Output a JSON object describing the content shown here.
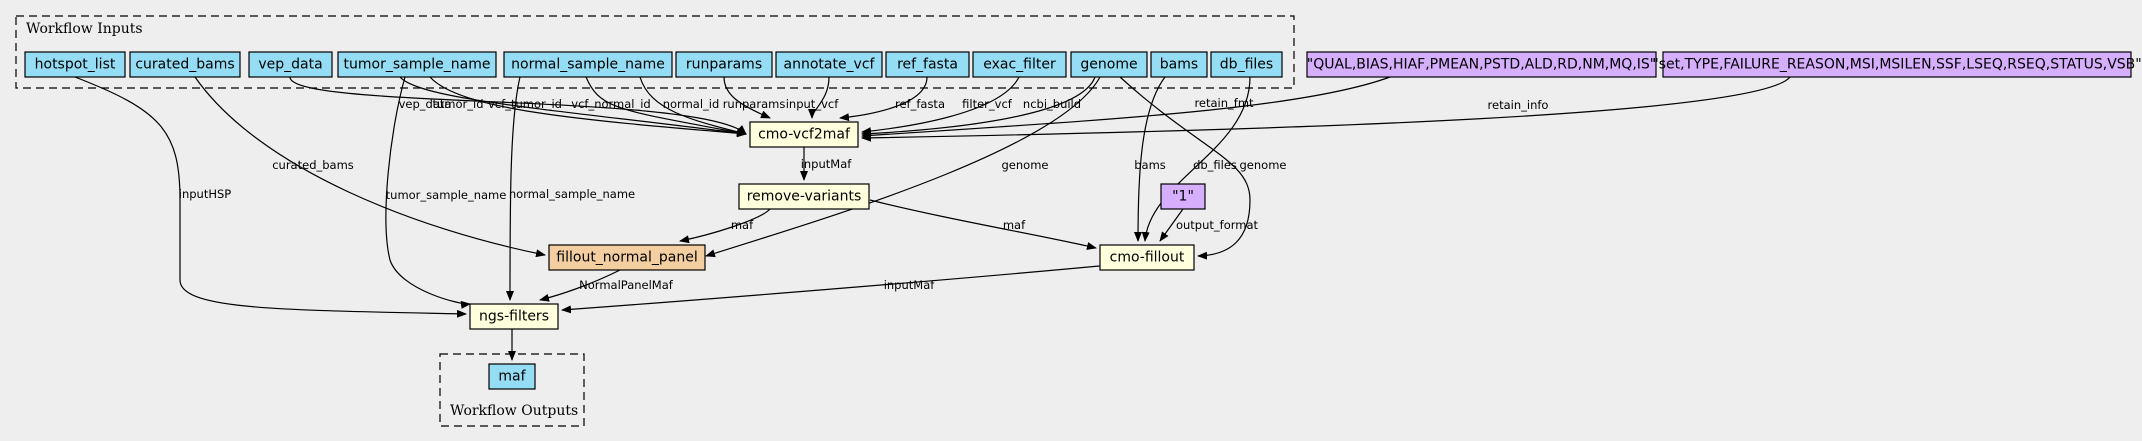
{
  "clusters": {
    "inputs_label": "Workflow Inputs",
    "outputs_label": "Workflow Outputs"
  },
  "colors": {
    "input": "#94ddf4",
    "step": "#ffffde",
    "subworkflow": "#f3cea1",
    "default_value": "#d5aefc",
    "output": "#94ddf4",
    "background": "#eeeeee"
  },
  "nodes": [
    {
      "id": "hotspot_list",
      "label": "hotspot_list",
      "kind": "input"
    },
    {
      "id": "curated_bams",
      "label": "curated_bams",
      "kind": "input"
    },
    {
      "id": "vep_data",
      "label": "vep_data",
      "kind": "input"
    },
    {
      "id": "tumor_sample_name",
      "label": "tumor_sample_name",
      "kind": "input"
    },
    {
      "id": "normal_sample_name",
      "label": "normal_sample_name",
      "kind": "input"
    },
    {
      "id": "runparams",
      "label": "runparams",
      "kind": "input"
    },
    {
      "id": "annotate_vcf",
      "label": "annotate_vcf",
      "kind": "input"
    },
    {
      "id": "ref_fasta",
      "label": "ref_fasta",
      "kind": "input"
    },
    {
      "id": "exac_filter",
      "label": "exac_filter",
      "kind": "input"
    },
    {
      "id": "genome",
      "label": "genome",
      "kind": "input"
    },
    {
      "id": "bams",
      "label": "bams",
      "kind": "input"
    },
    {
      "id": "db_files",
      "label": "db_files",
      "kind": "input"
    },
    {
      "id": "retain_fmt_val",
      "label": "\"QUAL,BIAS,HIAF,PMEAN,PSTD,ALD,RD,NM,MQ,IS\"",
      "kind": "default_value"
    },
    {
      "id": "retain_info_val",
      "label": "\"set,TYPE,FAILURE_REASON,MSI,MSILEN,SSF,LSEQ,RSEQ,STATUS,VSB\"",
      "kind": "default_value"
    },
    {
      "id": "cmo_vcf2maf",
      "label": "cmo-vcf2maf",
      "kind": "step"
    },
    {
      "id": "remove_variants",
      "label": "remove-variants",
      "kind": "step"
    },
    {
      "id": "one_val",
      "label": "\"1\"",
      "kind": "default_value"
    },
    {
      "id": "fillout_normal_panel",
      "label": "fillout_normal_panel",
      "kind": "subworkflow"
    },
    {
      "id": "cmo_fillout",
      "label": "cmo-fillout",
      "kind": "step"
    },
    {
      "id": "ngs_filters",
      "label": "ngs-filters",
      "kind": "step"
    },
    {
      "id": "maf_out",
      "label": "maf",
      "kind": "output"
    }
  ],
  "edges": [
    {
      "from": "vep_data",
      "to": "cmo_vcf2maf",
      "label": "vep_data"
    },
    {
      "from": "tumor_sample_name",
      "to": "cmo_vcf2maf",
      "label": "tumor_id"
    },
    {
      "from": "tumor_sample_name",
      "to": "cmo_vcf2maf",
      "label": "vcf_tumor_id"
    },
    {
      "from": "normal_sample_name",
      "to": "cmo_vcf2maf",
      "label": "vcf_normal_id"
    },
    {
      "from": "normal_sample_name",
      "to": "cmo_vcf2maf",
      "label": "normal_id"
    },
    {
      "from": "runparams",
      "to": "cmo_vcf2maf",
      "label": "runparams"
    },
    {
      "from": "annotate_vcf",
      "to": "cmo_vcf2maf",
      "label": "input_vcf"
    },
    {
      "from": "ref_fasta",
      "to": "cmo_vcf2maf",
      "label": "ref_fasta"
    },
    {
      "from": "exac_filter",
      "to": "cmo_vcf2maf",
      "label": "filter_vcf"
    },
    {
      "from": "genome",
      "to": "cmo_vcf2maf",
      "label": "ncbi_build"
    },
    {
      "from": "retain_fmt_val",
      "to": "cmo_vcf2maf",
      "label": "retain_fmt"
    },
    {
      "from": "retain_info_val",
      "to": "cmo_vcf2maf",
      "label": "retain_info"
    },
    {
      "from": "cmo_vcf2maf",
      "to": "remove_variants",
      "label": "inputMaf"
    },
    {
      "from": "hotspot_list",
      "to": "ngs_filters",
      "label": "inputHSP"
    },
    {
      "from": "curated_bams",
      "to": "fillout_normal_panel",
      "label": "curated_bams"
    },
    {
      "from": "tumor_sample_name",
      "to": "ngs_filters",
      "label": "tumor_sample_name"
    },
    {
      "from": "normal_sample_name",
      "to": "ngs_filters",
      "label": "normal_sample_name"
    },
    {
      "from": "genome",
      "to": "fillout_normal_panel",
      "label": "genome"
    },
    {
      "from": "bams",
      "to": "cmo_fillout",
      "label": "bams"
    },
    {
      "from": "db_files",
      "to": "cmo_fillout",
      "label": "db_files"
    },
    {
      "from": "genome",
      "to": "cmo_fillout",
      "label": "genome"
    },
    {
      "from": "one_val",
      "to": "cmo_fillout",
      "label": "output_format"
    },
    {
      "from": "remove_variants",
      "to": "fillout_normal_panel",
      "label": "maf"
    },
    {
      "from": "remove_variants",
      "to": "cmo_fillout",
      "label": "maf"
    },
    {
      "from": "fillout_normal_panel",
      "to": "ngs_filters",
      "label": "NormalPanelMaf"
    },
    {
      "from": "cmo_fillout",
      "to": "ngs_filters",
      "label": "inputMaf"
    },
    {
      "from": "ngs_filters",
      "to": "maf_out",
      "label": ""
    }
  ]
}
